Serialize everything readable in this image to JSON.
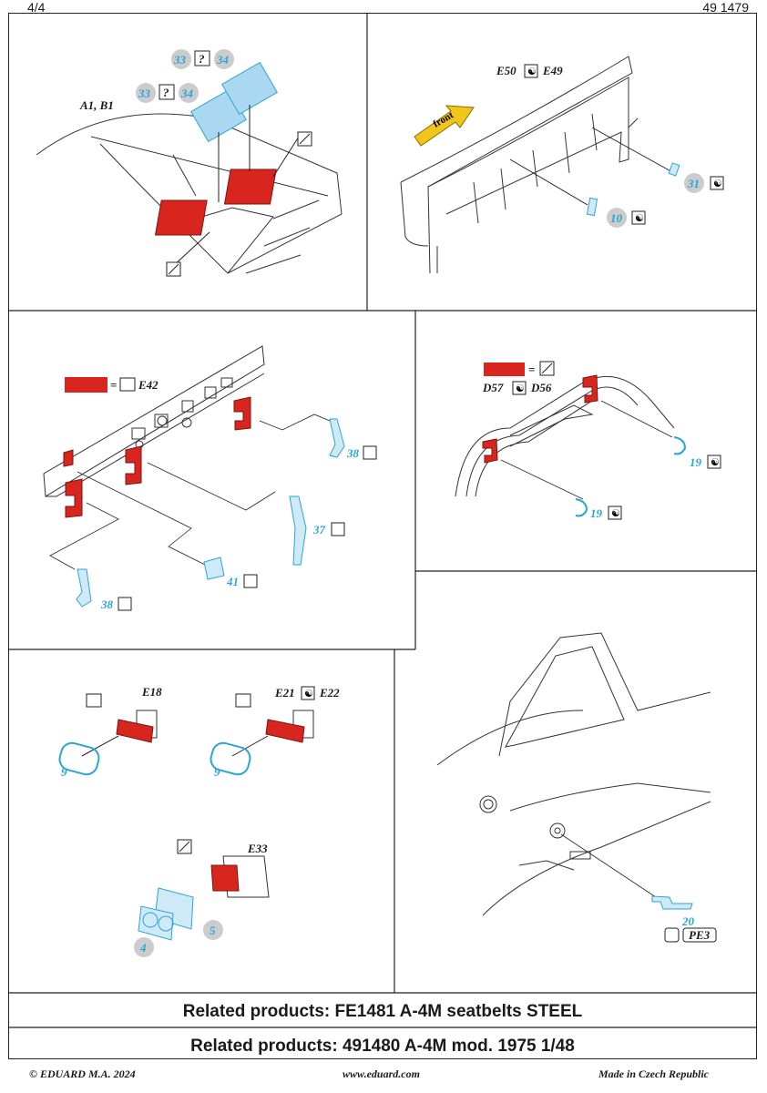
{
  "header": {
    "page": "4/4",
    "code": "49 1479"
  },
  "panel1": {
    "label_a1b1": "A1, B1",
    "num_33": "33",
    "num_34": "34",
    "qmark": "?"
  },
  "panel2": {
    "parts_label": "E50",
    "parts_label2": "E49",
    "arrow_text": "front",
    "num_31": "31",
    "num_10": "10"
  },
  "panel3": {
    "part": "E42",
    "num_38": "38",
    "num_37": "37",
    "num_41": "41",
    "eq": "="
  },
  "panel4": {
    "part1": "D57",
    "part2": "D56",
    "num_19": "19",
    "eq": "="
  },
  "panel5": {
    "e18": "E18",
    "e21": "E21",
    "e22": "E22",
    "e33": "E33",
    "num_9": "9",
    "num_4": "4",
    "num_5": "5"
  },
  "panel6": {
    "num_20": "20",
    "pe3": "PE3"
  },
  "related": {
    "line1": "Related products: FE1481 A-4M seatbelts STEEL",
    "line2": "Related products: 491480 A-4M mod. 1975 1/48"
  },
  "footer": {
    "copyright": "© EDUARD  M.A. 2024",
    "website": "www.eduard.com",
    "made": "Made in Czech Republic"
  },
  "colors": {
    "part_red": "#d8261e",
    "pe_cyan": "#2aa6d6",
    "arrow_yellow": "#f2c51a"
  }
}
